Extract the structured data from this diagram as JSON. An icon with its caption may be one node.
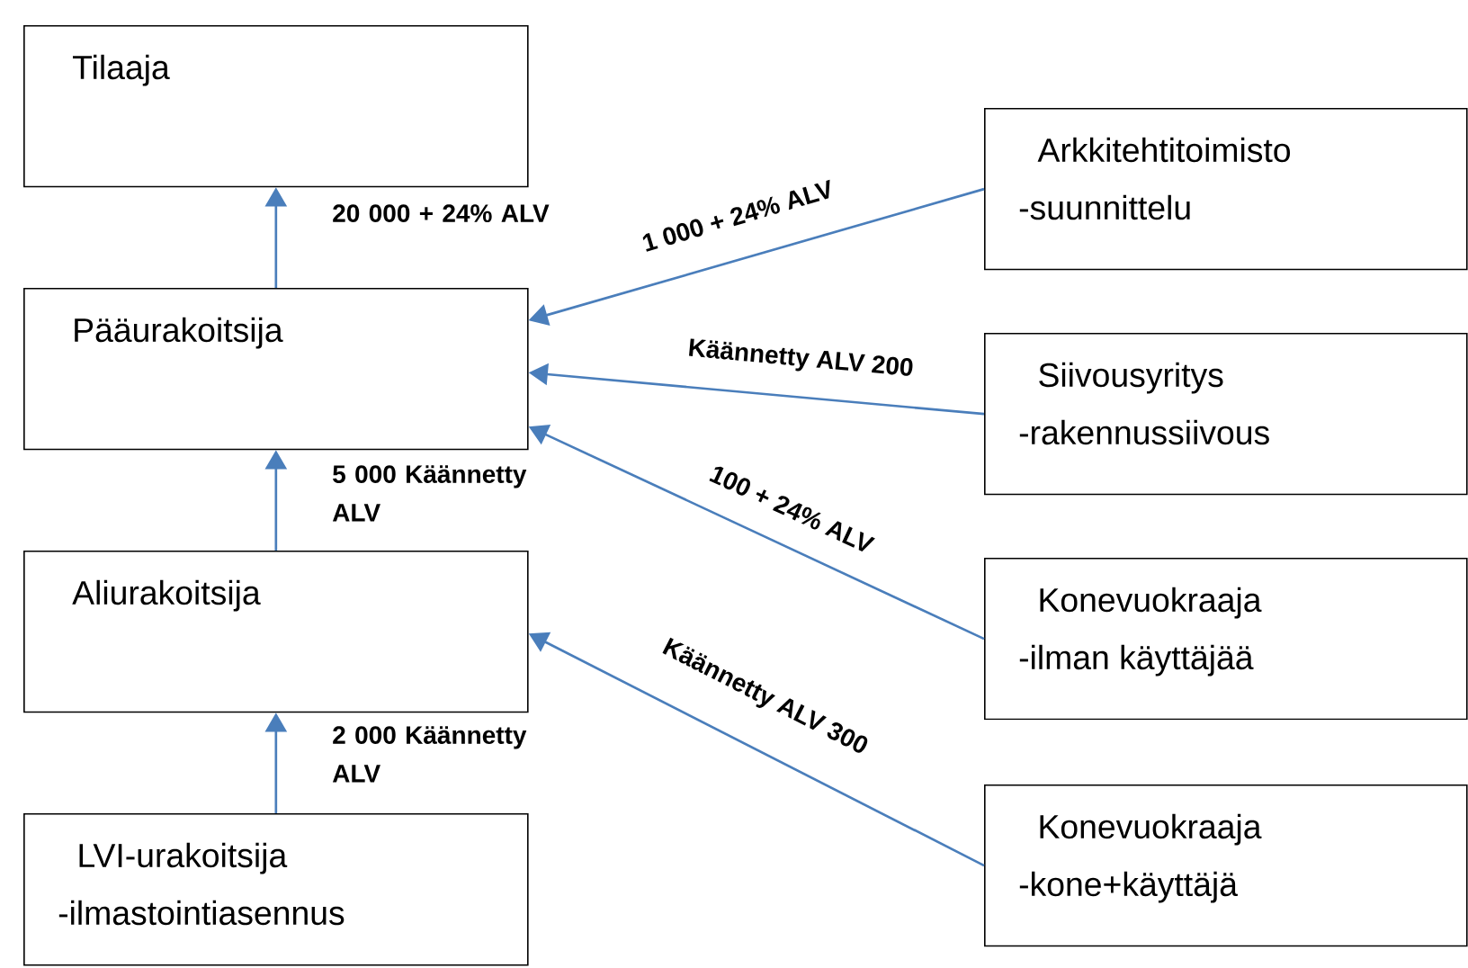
{
  "diagram": {
    "nodes": [
      {
        "text": [
          "Tilaaja"
        ]
      },
      {
        "text": [
          "Pääurakoitsija"
        ]
      },
      {
        "text": [
          "Aliurakoitsija"
        ]
      },
      {
        "text": [
          "LVI-urakoitsija",
          "-ilmastointiasennus"
        ]
      },
      {
        "text": [
          "Arkkitehtitoimisto",
          "-suunnittelu"
        ]
      },
      {
        "text": [
          "Siivousyritys",
          "-rakennussiivous"
        ]
      },
      {
        "text": [
          "Konevuokraaja",
          "-ilman käyttäjää"
        ]
      },
      {
        "text": [
          "Konevuokraaja",
          "-kone+käyttäjä"
        ]
      }
    ],
    "edges": [
      {
        "from": 1,
        "to": 0,
        "arrow": "to",
        "label": "20 000 + 24% ALV"
      },
      {
        "from": 2,
        "to": 1,
        "arrow": "to",
        "label": "5 000 Käännetty ALV"
      },
      {
        "from": 3,
        "to": 2,
        "arrow": "to",
        "label": "2 000 Käännetty ALV"
      },
      {
        "from": 4,
        "to": 1,
        "arrow": "to",
        "label": "1 000 + 24% ALV"
      },
      {
        "from": 5,
        "to": 1,
        "arrow": "to",
        "label": "Käännetty ALV 200"
      },
      {
        "from": 6,
        "to": 1,
        "arrow": "to",
        "label": "100 + 24% ALV"
      },
      {
        "from": 7,
        "to": 2,
        "arrow": "to",
        "label": "Käännetty ALV 300"
      }
    ]
  }
}
